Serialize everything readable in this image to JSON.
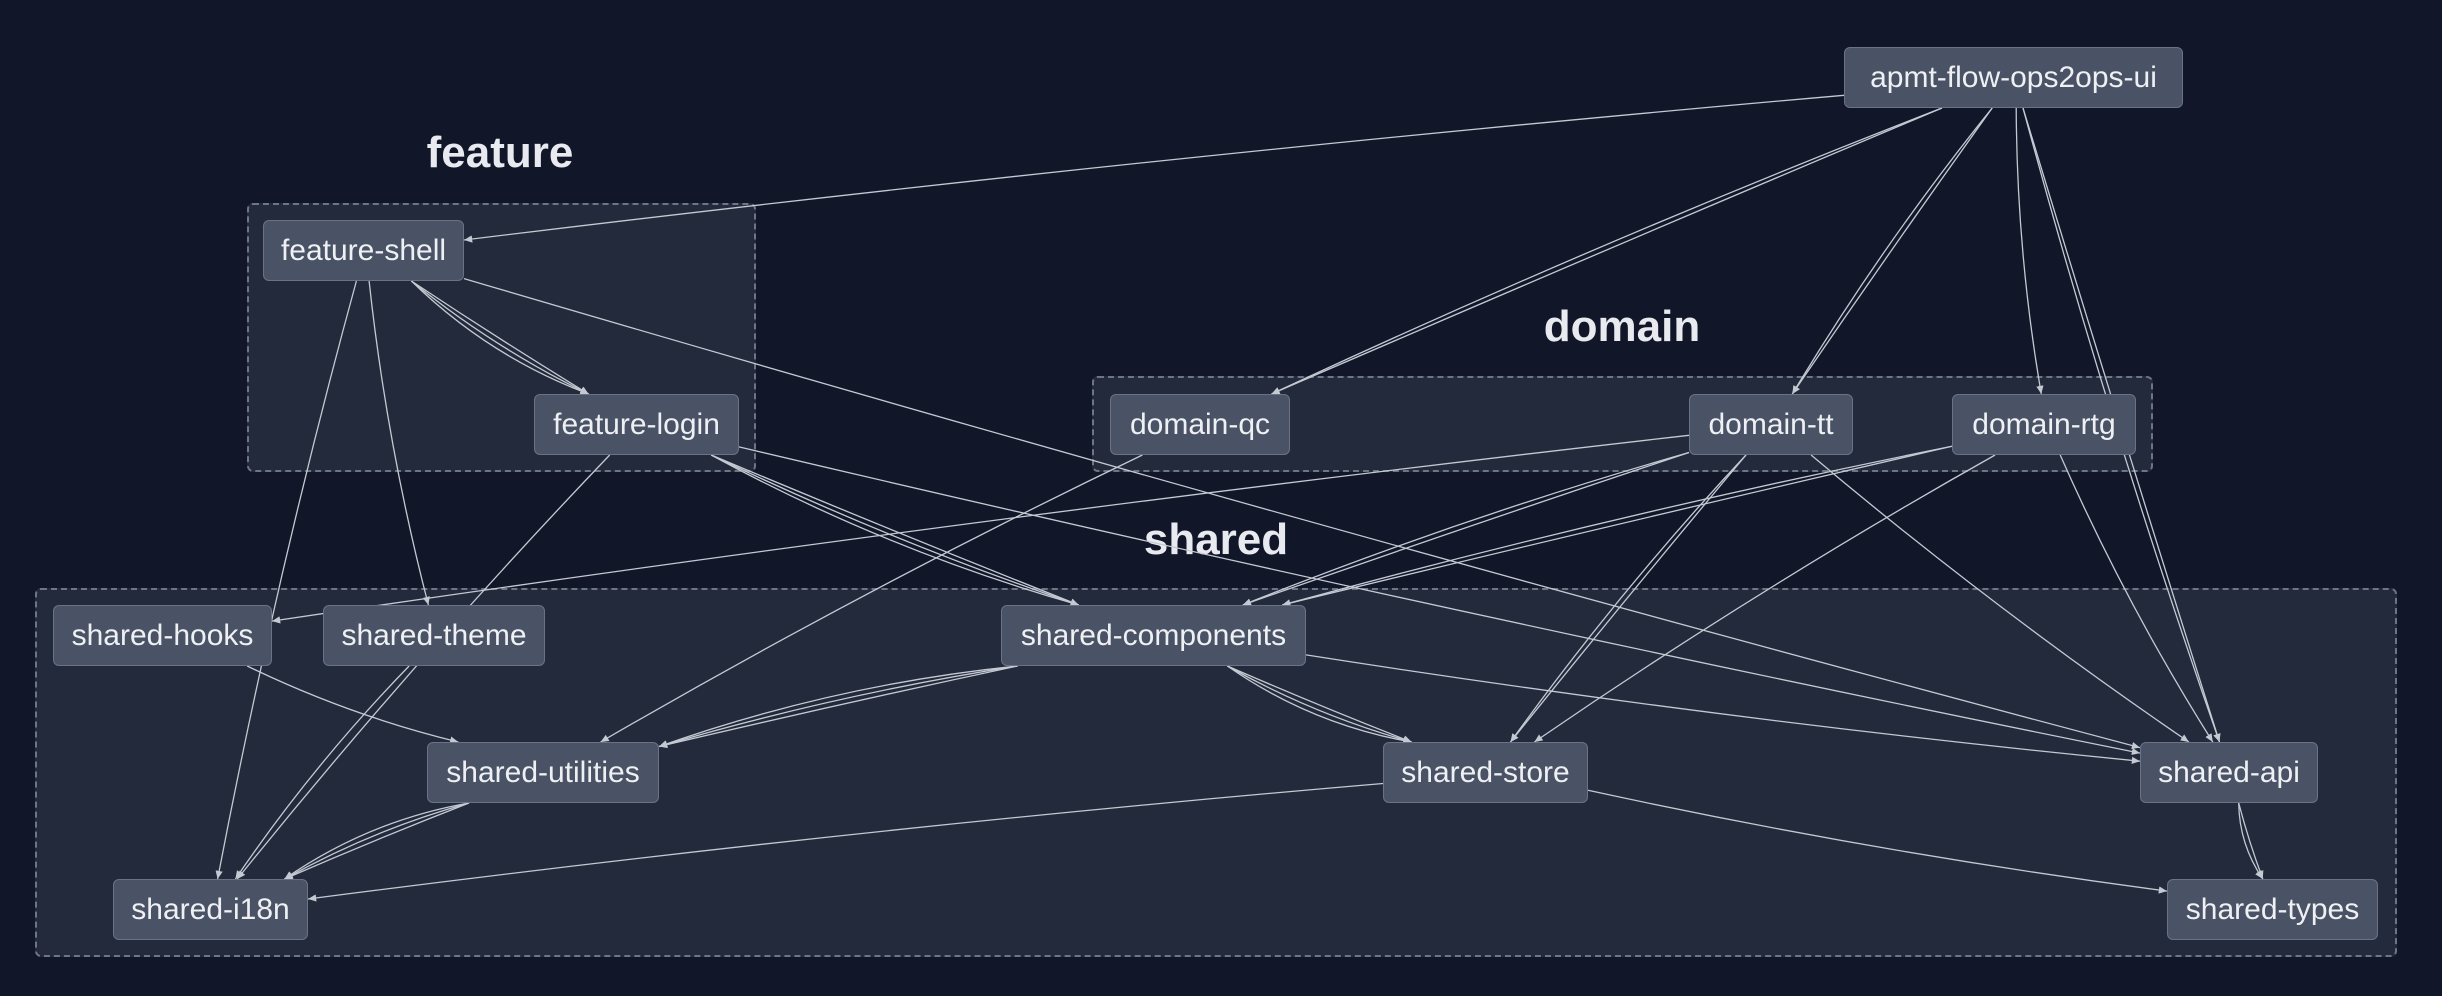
{
  "diagram": {
    "groups": [
      {
        "id": "feature",
        "label": "feature"
      },
      {
        "id": "domain",
        "label": "domain"
      },
      {
        "id": "shared",
        "label": "shared"
      }
    ],
    "nodes": [
      {
        "id": "apmt-flow-ops2ops-ui",
        "label": "apmt-flow-ops2ops-ui"
      },
      {
        "id": "feature-shell",
        "label": "feature-shell"
      },
      {
        "id": "feature-login",
        "label": "feature-login"
      },
      {
        "id": "domain-qc",
        "label": "domain-qc"
      },
      {
        "id": "domain-tt",
        "label": "domain-tt"
      },
      {
        "id": "domain-rtg",
        "label": "domain-rtg"
      },
      {
        "id": "shared-hooks",
        "label": "shared-hooks"
      },
      {
        "id": "shared-theme",
        "label": "shared-theme"
      },
      {
        "id": "shared-components",
        "label": "shared-components"
      },
      {
        "id": "shared-utilities",
        "label": "shared-utilities"
      },
      {
        "id": "shared-store",
        "label": "shared-store"
      },
      {
        "id": "shared-api",
        "label": "shared-api"
      },
      {
        "id": "shared-i18n",
        "label": "shared-i18n"
      },
      {
        "id": "shared-types",
        "label": "shared-types"
      }
    ],
    "edges": [
      [
        "apmt-flow-ops2ops-ui",
        "feature-shell"
      ],
      [
        "apmt-flow-ops2ops-ui",
        "domain-qc"
      ],
      [
        "apmt-flow-ops2ops-ui",
        "domain-qc"
      ],
      [
        "apmt-flow-ops2ops-ui",
        "domain-tt"
      ],
      [
        "apmt-flow-ops2ops-ui",
        "domain-tt"
      ],
      [
        "apmt-flow-ops2ops-ui",
        "domain-rtg"
      ],
      [
        "apmt-flow-ops2ops-ui",
        "shared-api"
      ],
      [
        "apmt-flow-ops2ops-ui",
        "shared-api"
      ],
      [
        "feature-shell",
        "feature-login"
      ],
      [
        "feature-shell",
        "feature-login"
      ],
      [
        "feature-shell",
        "feature-login"
      ],
      [
        "feature-shell",
        "shared-theme"
      ],
      [
        "feature-shell",
        "shared-i18n"
      ],
      [
        "feature-shell",
        "shared-api"
      ],
      [
        "feature-login",
        "shared-components"
      ],
      [
        "feature-login",
        "shared-components"
      ],
      [
        "feature-login",
        "shared-components"
      ],
      [
        "feature-login",
        "shared-i18n"
      ],
      [
        "feature-login",
        "shared-api"
      ],
      [
        "domain-qc",
        "shared-utilities"
      ],
      [
        "domain-tt",
        "shared-hooks"
      ],
      [
        "domain-tt",
        "shared-components"
      ],
      [
        "domain-tt",
        "shared-components"
      ],
      [
        "domain-tt",
        "shared-store"
      ],
      [
        "domain-tt",
        "shared-store"
      ],
      [
        "domain-tt",
        "shared-api"
      ],
      [
        "domain-rtg",
        "shared-components"
      ],
      [
        "domain-rtg",
        "shared-components"
      ],
      [
        "domain-rtg",
        "shared-store"
      ],
      [
        "domain-rtg",
        "shared-api"
      ],
      [
        "shared-hooks",
        "shared-utilities"
      ],
      [
        "shared-theme",
        "shared-i18n"
      ],
      [
        "shared-components",
        "shared-utilities"
      ],
      [
        "shared-components",
        "shared-utilities"
      ],
      [
        "shared-components",
        "shared-utilities"
      ],
      [
        "shared-components",
        "shared-store"
      ],
      [
        "shared-components",
        "shared-store"
      ],
      [
        "shared-components",
        "shared-store"
      ],
      [
        "shared-components",
        "shared-api"
      ],
      [
        "shared-utilities",
        "shared-i18n"
      ],
      [
        "shared-utilities",
        "shared-i18n"
      ],
      [
        "shared-utilities",
        "shared-i18n"
      ],
      [
        "shared-store",
        "shared-i18n"
      ],
      [
        "shared-store",
        "shared-types"
      ],
      [
        "shared-api",
        "shared-types"
      ],
      [
        "shared-api",
        "shared-types"
      ]
    ]
  }
}
